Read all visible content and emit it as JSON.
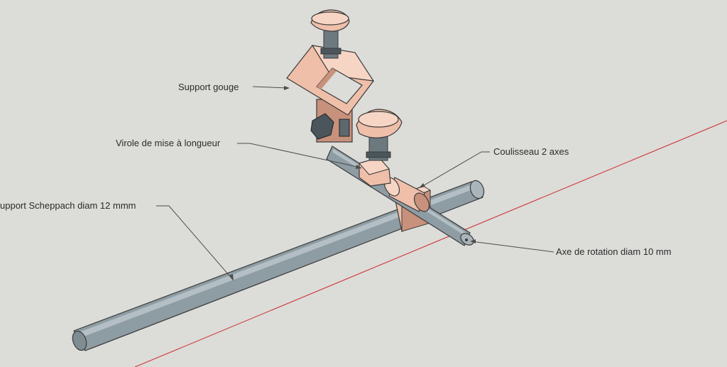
{
  "labels": {
    "support_gouge": "Support gouge",
    "virole": "Virole de mise à longueur",
    "coulisseau": "Coulisseau 2 axes",
    "support_scheppach": "upport Scheppach diam 12 mmm",
    "axe_rotation": "Axe de rotation diam 10 mm"
  },
  "colors": {
    "background": "#dcdcd9",
    "axis_line": "#cc2a2a",
    "rod": "#8e9ca3",
    "rod_light": "#b3bfc4",
    "rod_dark": "#6c7a80",
    "part": "#efbfaa",
    "part_light": "#f7d5c5",
    "part_dark": "#c8917c",
    "bolt": "#4a555c",
    "leader": "#4d4d4d"
  }
}
